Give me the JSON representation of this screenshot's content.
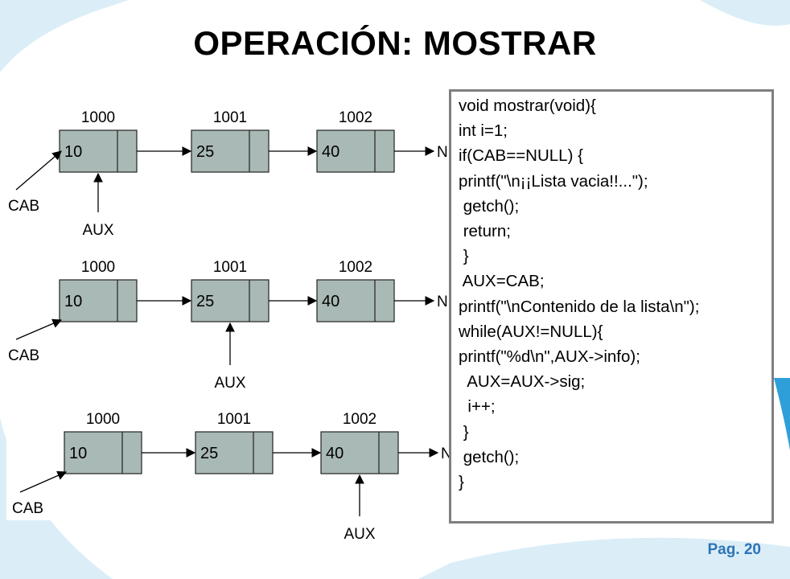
{
  "title": "OPERACIÓN: MOSTRAR",
  "page_label": "Pag. 20",
  "colors": {
    "node_fill": "#a9b9b5",
    "node_stroke": "#222222",
    "accent_blue": "#2e74b5",
    "background_swirl": "#dbeef8",
    "code_border": "#7f7f7f"
  },
  "diagram": {
    "pointer_cab": "CAB",
    "pointer_aux": "AUX",
    "null_label": "N",
    "nodes": [
      {
        "address": "1000",
        "info": "10"
      },
      {
        "address": "1001",
        "info": "25"
      },
      {
        "address": "1002",
        "info": "40"
      }
    ],
    "rows": [
      {
        "aux_at_node": 0
      },
      {
        "aux_at_node": 1
      },
      {
        "aux_at_node": 2
      }
    ]
  },
  "code": [
    "void mostrar(void){",
    "int i=1;",
    "if(CAB==NULL) {",
    "printf(\"\\n¡¡Lista vacia!!...\");",
    " getch();",
    " return;",
    " }",
    " AUX=CAB;",
    "printf(\"\\nContenido de la lista\\n\");",
    "while(AUX!=NULL){",
    "printf(\"%d\\n\",AUX->info);",
    "  AUX=AUX->sig;",
    "  i++;",
    " }",
    " getch();",
    "}"
  ]
}
